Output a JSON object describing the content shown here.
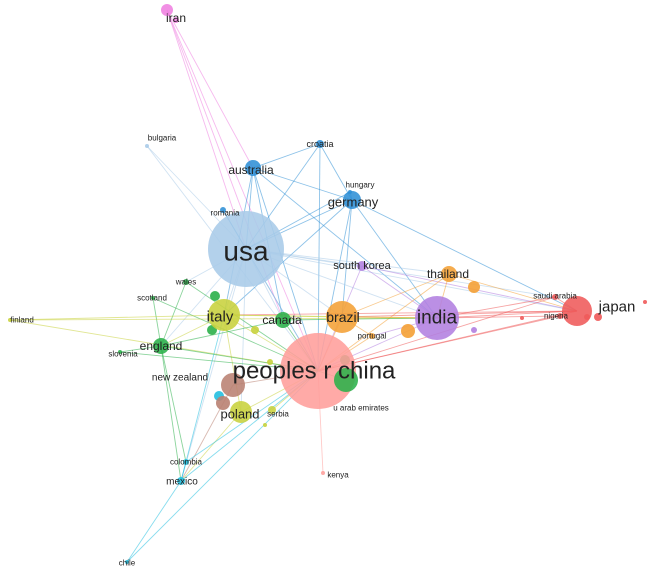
{
  "network": {
    "countries": [
      {
        "id": "iran",
        "label": "iran",
        "cluster": "pink",
        "weight": 2
      },
      {
        "id": "bulgaria",
        "label": "bulgaria",
        "cluster": "lightblue",
        "weight": 1
      },
      {
        "id": "croatia",
        "label": "croatia",
        "cluster": "blue",
        "weight": 1
      },
      {
        "id": "australia",
        "label": "australia",
        "cluster": "blue",
        "weight": 4
      },
      {
        "id": "hungary",
        "label": "hungary",
        "cluster": "blue",
        "weight": 1
      },
      {
        "id": "germany",
        "label": "germany",
        "cluster": "blue",
        "weight": 5
      },
      {
        "id": "romania",
        "label": "romania",
        "cluster": "blue",
        "weight": 1
      },
      {
        "id": "usa",
        "label": "usa",
        "cluster": "lightblue",
        "weight": 40
      },
      {
        "id": "south_korea",
        "label": "south korea",
        "cluster": "purple",
        "weight": 3
      },
      {
        "id": "thailand",
        "label": "thailand",
        "cluster": "orange",
        "weight": 4
      },
      {
        "id": "saudi_arabia",
        "label": "saudi arabia",
        "cluster": "red",
        "weight": 1
      },
      {
        "id": "japan",
        "label": "japan",
        "cluster": "red",
        "weight": 12
      },
      {
        "id": "nigeria",
        "label": "nigeria",
        "cluster": "red",
        "weight": 1
      },
      {
        "id": "wales",
        "label": "wales",
        "cluster": "green",
        "weight": 1
      },
      {
        "id": "scotland",
        "label": "scotland",
        "cluster": "green",
        "weight": 1
      },
      {
        "id": "finland",
        "label": "finland",
        "cluster": "yellow",
        "weight": 1
      },
      {
        "id": "italy",
        "label": "italy",
        "cluster": "yellow",
        "weight": 10
      },
      {
        "id": "canada",
        "label": "canada",
        "cluster": "green",
        "weight": 4
      },
      {
        "id": "brazil",
        "label": "brazil",
        "cluster": "orange",
        "weight": 10
      },
      {
        "id": "india",
        "label": "india",
        "cluster": "purple",
        "weight": 18
      },
      {
        "id": "portugal",
        "label": "portugal",
        "cluster": "orange",
        "weight": 1
      },
      {
        "id": "slovenia",
        "label": "slovenia",
        "cluster": "green",
        "weight": 1
      },
      {
        "id": "england",
        "label": "england",
        "cluster": "green",
        "weight": 4
      },
      {
        "id": "peoples_r_china",
        "label": "peoples r china",
        "cluster": "salmon",
        "weight": 60
      },
      {
        "id": "new_zealand",
        "label": "new zealand",
        "cluster": "brown",
        "weight": 2
      },
      {
        "id": "poland",
        "label": "poland",
        "cluster": "yellow",
        "weight": 7
      },
      {
        "id": "serbia",
        "label": "serbia",
        "cluster": "yellow",
        "weight": 1
      },
      {
        "id": "u_arab_emirates",
        "label": "u arab emirates",
        "cluster": "green",
        "weight": 1
      },
      {
        "id": "colombia",
        "label": "colombia",
        "cluster": "cyan",
        "weight": 1
      },
      {
        "id": "mexico",
        "label": "mexico",
        "cluster": "cyan",
        "weight": 2
      },
      {
        "id": "kenya",
        "label": "kenya",
        "cluster": "salmon",
        "weight": 1
      },
      {
        "id": "chile",
        "label": "chile",
        "cluster": "cyan",
        "weight": 1
      }
    ],
    "clusters": {
      "pink": "#ef7fe0",
      "lightblue": "#a9cbe8",
      "blue": "#2f8fd6",
      "purple": "#b27fe0",
      "orange": "#f4a035",
      "red": "#ef5a5a",
      "green": "#2bb04a",
      "yellow": "#c8d23c",
      "salmon": "#ff9e9b",
      "brown": "#b98172",
      "cyan": "#22bfe0"
    },
    "links": [
      [
        "iran",
        "usa"
      ],
      [
        "iran",
        "peoples_r_china"
      ],
      [
        "iran",
        "canada"
      ],
      [
        "iran",
        "australia"
      ],
      [
        "bulgaria",
        "usa"
      ],
      [
        "bulgaria",
        "peoples_r_china"
      ],
      [
        "croatia",
        "australia"
      ],
      [
        "croatia",
        "germany"
      ],
      [
        "croatia",
        "usa"
      ],
      [
        "croatia",
        "peoples_r_china"
      ],
      [
        "australia",
        "usa"
      ],
      [
        "australia",
        "peoples_r_china"
      ],
      [
        "australia",
        "germany"
      ],
      [
        "australia",
        "canada"
      ],
      [
        "australia",
        "india"
      ],
      [
        "australia",
        "italy"
      ],
      [
        "hungary",
        "germany"
      ],
      [
        "hungary",
        "usa"
      ],
      [
        "germany",
        "usa"
      ],
      [
        "germany",
        "peoples_r_china"
      ],
      [
        "germany",
        "india"
      ],
      [
        "germany",
        "brazil"
      ],
      [
        "germany",
        "italy"
      ],
      [
        "germany",
        "japan"
      ],
      [
        "romania",
        "usa"
      ],
      [
        "romania",
        "peoples_r_china"
      ],
      [
        "usa",
        "peoples_r_china"
      ],
      [
        "usa",
        "india"
      ],
      [
        "usa",
        "japan"
      ],
      [
        "usa",
        "brazil"
      ],
      [
        "usa",
        "italy"
      ],
      [
        "usa",
        "canada"
      ],
      [
        "usa",
        "england"
      ],
      [
        "usa",
        "south_korea"
      ],
      [
        "usa",
        "thailand"
      ],
      [
        "usa",
        "mexico"
      ],
      [
        "usa",
        "poland"
      ],
      [
        "usa",
        "wales"
      ],
      [
        "usa",
        "saudi_arabia"
      ],
      [
        "south_korea",
        "peoples_r_china"
      ],
      [
        "south_korea",
        "india"
      ],
      [
        "south_korea",
        "japan"
      ],
      [
        "thailand",
        "peoples_r_china"
      ],
      [
        "thailand",
        "japan"
      ],
      [
        "thailand",
        "india"
      ],
      [
        "thailand",
        "brazil"
      ],
      [
        "saudi_arabia",
        "peoples_r_china"
      ],
      [
        "saudi_arabia",
        "india"
      ],
      [
        "saudi_arabia",
        "japan"
      ],
      [
        "japan",
        "peoples_r_china"
      ],
      [
        "japan",
        "india"
      ],
      [
        "japan",
        "brazil"
      ],
      [
        "japan",
        "italy"
      ],
      [
        "nigeria",
        "peoples_r_china"
      ],
      [
        "nigeria",
        "india"
      ],
      [
        "wales",
        "england"
      ],
      [
        "wales",
        "peoples_r_china"
      ],
      [
        "scotland",
        "england"
      ],
      [
        "scotland",
        "peoples_r_china"
      ],
      [
        "finland",
        "peoples_r_china"
      ],
      [
        "finland",
        "italy"
      ],
      [
        "finland",
        "india"
      ],
      [
        "italy",
        "peoples_r_china"
      ],
      [
        "italy",
        "brazil"
      ],
      [
        "italy",
        "england"
      ],
      [
        "italy",
        "india"
      ],
      [
        "italy",
        "poland"
      ],
      [
        "canada",
        "peoples_r_china"
      ],
      [
        "canada",
        "england"
      ],
      [
        "canada",
        "india"
      ],
      [
        "brazil",
        "peoples_r_china"
      ],
      [
        "brazil",
        "india"
      ],
      [
        "brazil",
        "portugal"
      ],
      [
        "india",
        "peoples_r_china"
      ],
      [
        "india",
        "portugal"
      ],
      [
        "portugal",
        "peoples_r_china"
      ],
      [
        "slovenia",
        "england"
      ],
      [
        "slovenia",
        "peoples_r_china"
      ],
      [
        "england",
        "peoples_r_china"
      ],
      [
        "england",
        "mexico"
      ],
      [
        "england",
        "colombia"
      ],
      [
        "new_zealand",
        "peoples_r_china"
      ],
      [
        "new_zealand",
        "mexico"
      ],
      [
        "poland",
        "peoples_r_china"
      ],
      [
        "poland",
        "mexico"
      ],
      [
        "serbia",
        "peoples_r_china"
      ],
      [
        "u_arab_emirates",
        "peoples_r_china"
      ],
      [
        "colombia",
        "peoples_r_china"
      ],
      [
        "colombia",
        "mexico"
      ],
      [
        "mexico",
        "peoples_r_china"
      ],
      [
        "mexico",
        "italy"
      ],
      [
        "mexico",
        "chile"
      ],
      [
        "kenya",
        "peoples_r_china"
      ],
      [
        "chile",
        "peoples_r_china"
      ]
    ]
  }
}
